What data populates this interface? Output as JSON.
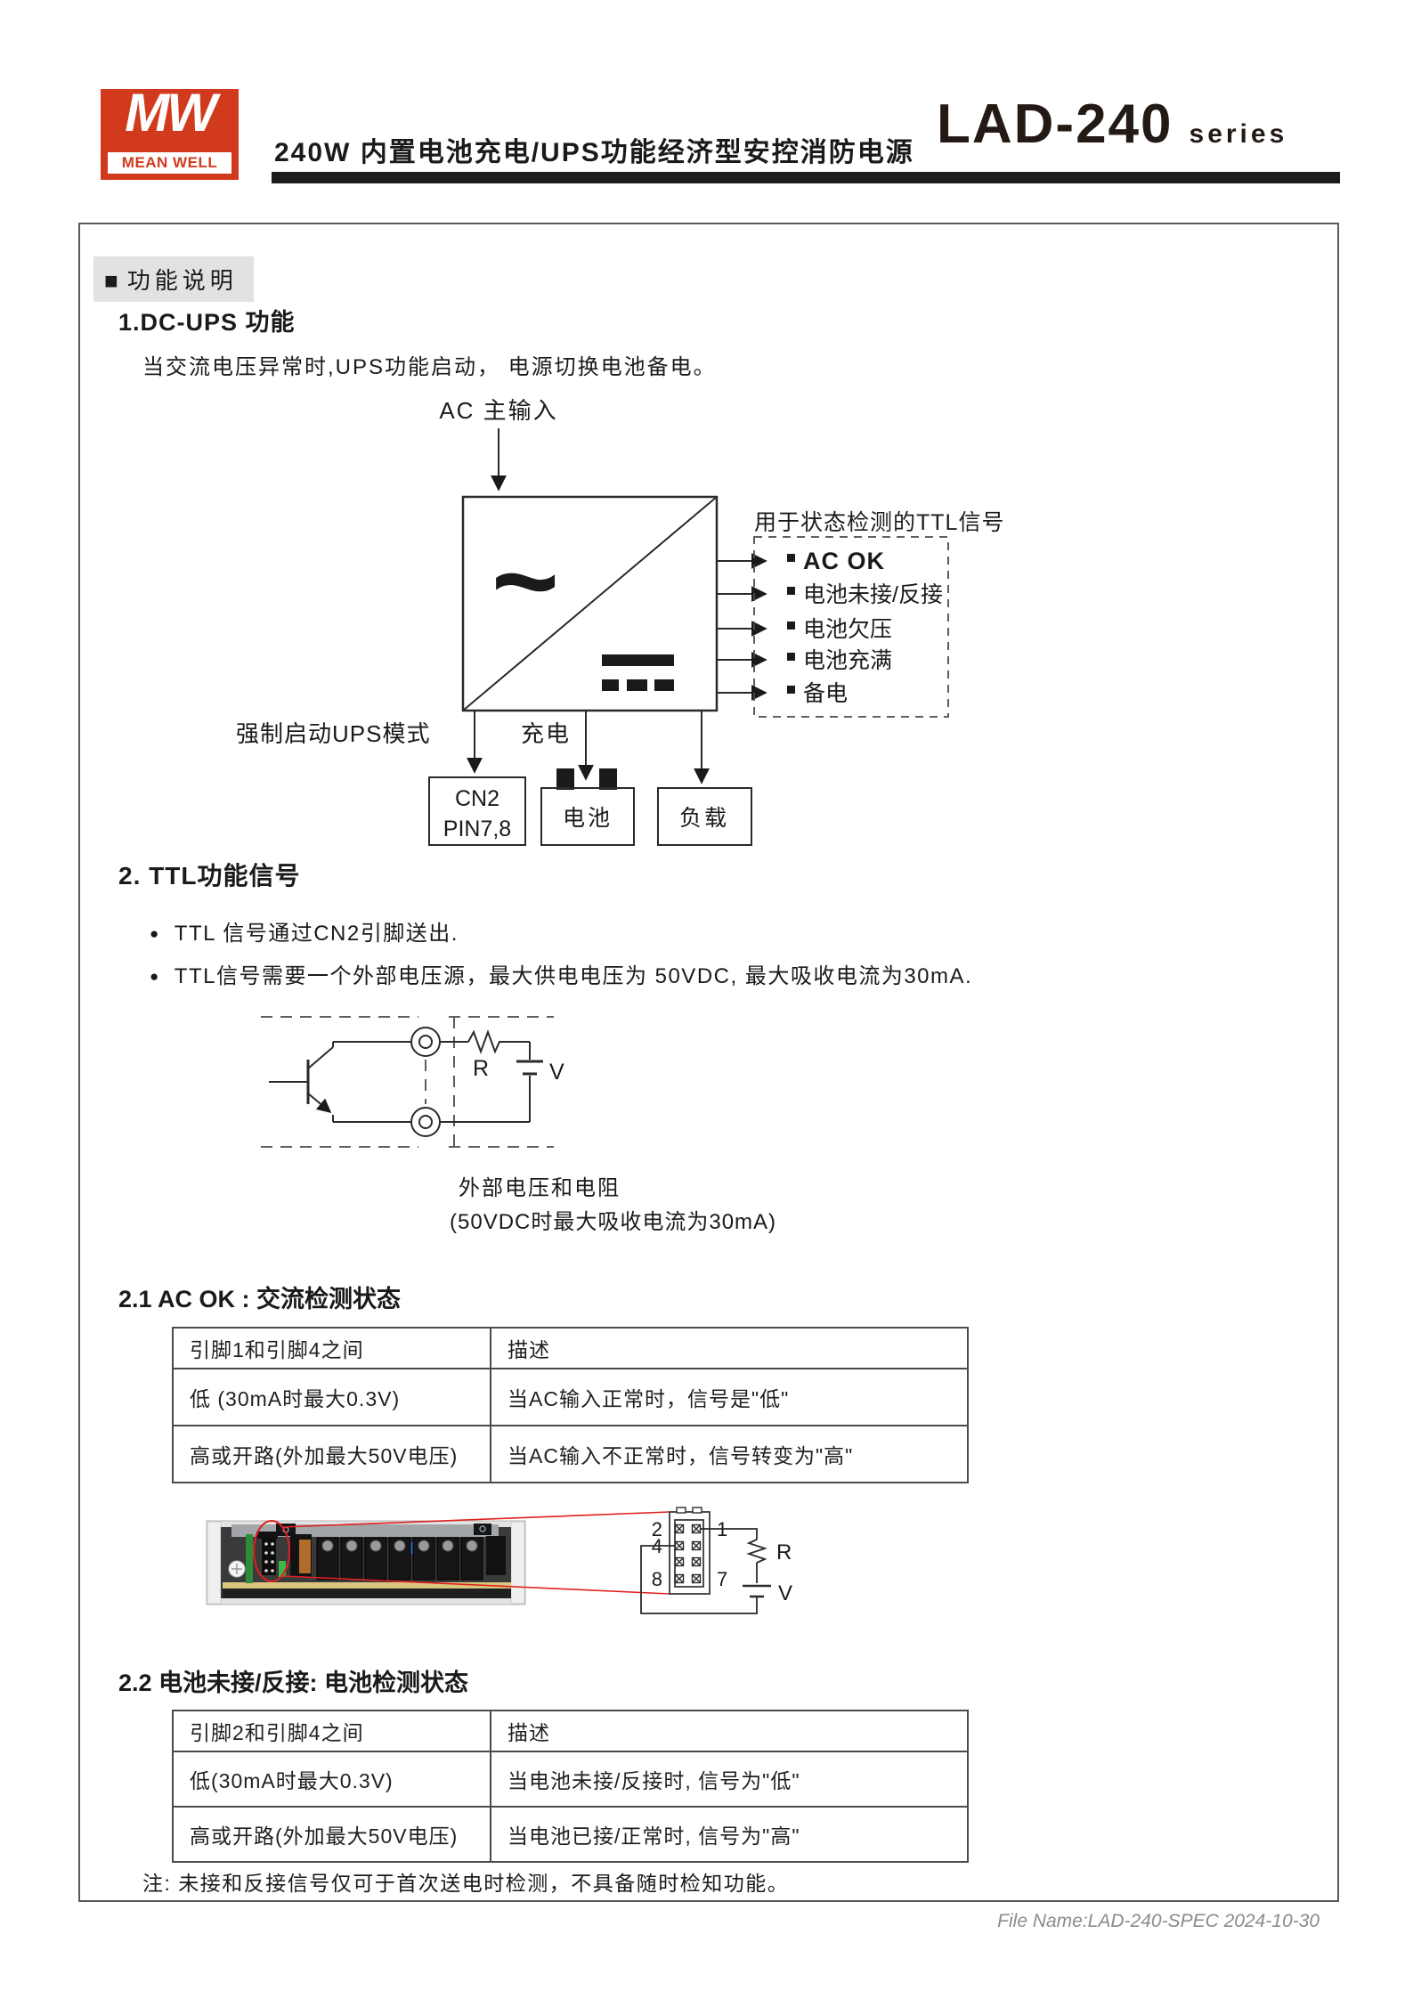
{
  "header": {
    "logo_mw": "MW",
    "logo_name": "MEAN WELL",
    "title": "240W 内置电池充电/UPS功能经济型安控消防电源",
    "model": "LAD-240",
    "series": "series"
  },
  "function_desc": {
    "marker": "■",
    "label": "功能说明"
  },
  "s1": {
    "heading": "1.DC-UPS 功能",
    "paragraph": "当交流电压异常时,UPS功能启动， 电源切换电池备电。",
    "diagram": {
      "ac_input": "AC 主输入",
      "ttl_label": "用于状态检测的TTL信号",
      "ttl_items": [
        "AC OK",
        "电池未接/反接",
        "电池欠压",
        "电池充满",
        "备电"
      ],
      "force_ups": "强制启动UPS模式",
      "charge": "充电",
      "cn2_line1": "CN2",
      "cn2_line2": "PIN7,8",
      "battery": "电池",
      "load": "负载",
      "ac_symbol": "~"
    }
  },
  "s2": {
    "heading": "2. TTL功能信号",
    "bullets": [
      "TTL 信号通过CN2引脚送出.",
      "TTL信号需要一个外部电压源，最大供电电压为 50VDC, 最大吸收电流为30mA."
    ],
    "circuit": {
      "r_label": "R",
      "v_label": "V",
      "caption1": "外部电压和电阻",
      "caption2": "(50VDC时最大吸收电流为30mA)"
    }
  },
  "s21": {
    "heading": "2.1 AC OK : 交流检测状态",
    "table": {
      "headers": [
        "引脚1和引脚4之间",
        "描述"
      ],
      "rows": [
        [
          "低 (30mA时最大0.3V)",
          "当AC输入正常时，信号是\"低\""
        ],
        [
          "高或开路(外加最大50V电压)",
          "当AC输入不正常时，信号转变为\"高\""
        ]
      ]
    },
    "pinout": {
      "pin2": "2",
      "pin4": "4",
      "pin8": "8",
      "pin1": "1",
      "pin7": "7",
      "r_label": "R",
      "v_label": "V"
    }
  },
  "s22": {
    "heading": "2.2 电池未接/反接: 电池检测状态",
    "table": {
      "headers": [
        "引脚2和引脚4之间",
        "描述"
      ],
      "rows": [
        [
          "低(30mA时最大0.3V)",
          "当电池未接/反接时, 信号为\"低\""
        ],
        [
          "高或开路(外加最大50V电压)",
          "当电池已接/正常时, 信号为\"高\""
        ]
      ]
    },
    "note": "注: 未接和反接信号仅可于首次送电时检测，不具备随时检知功能。"
  },
  "footer": {
    "file_info": "File Name:LAD-240-SPEC  2024-10-30"
  },
  "colors": {
    "brand_red": "#D23A1E",
    "annotation_red": "#E02020"
  }
}
